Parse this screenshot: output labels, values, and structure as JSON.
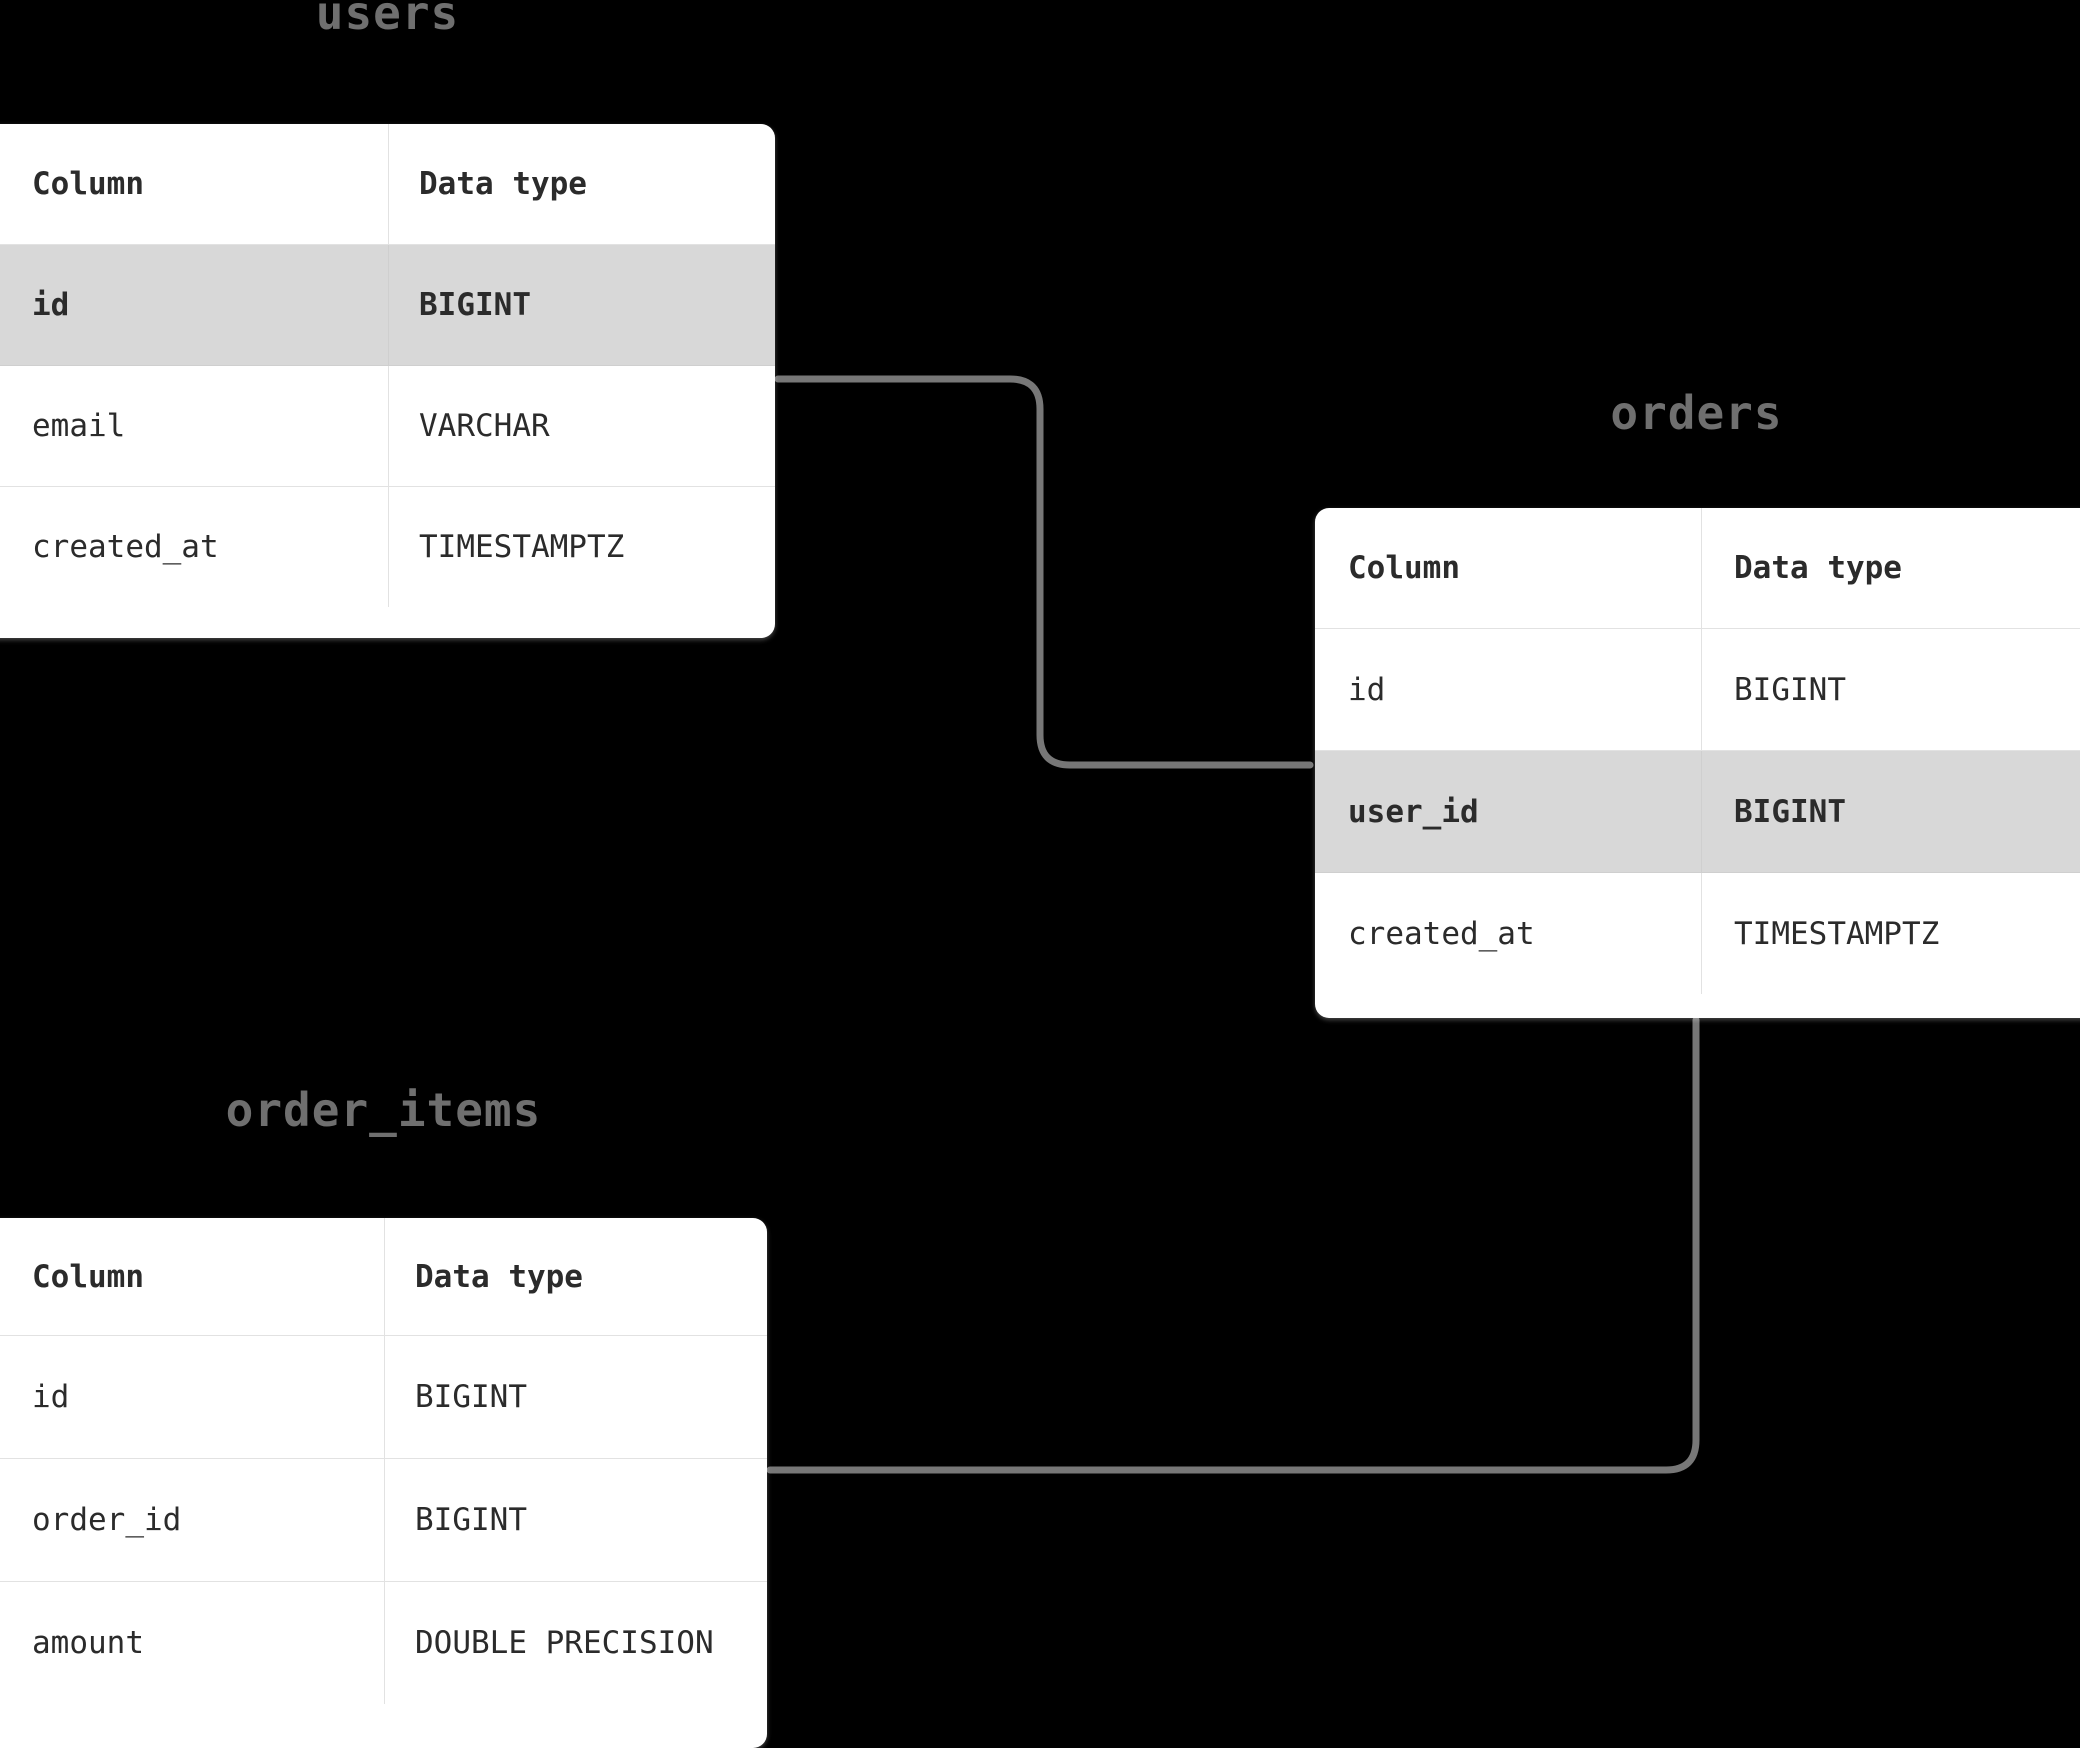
{
  "diagram": {
    "kind": "entity-relationship-diagram",
    "background_color": "#000000",
    "node_title_color": "#6f6f6f",
    "card_background_color": "#ffffff",
    "highlight_row_color": "#d8d8d8",
    "edge_color": "#777777",
    "text_color": "#2b2b2b"
  },
  "columns_header": {
    "name": "Column",
    "type": "Data type"
  },
  "tables": [
    {
      "id": "users",
      "title": "users",
      "header": {
        "name": "Column",
        "type": "Data type"
      },
      "rows": [
        {
          "name": "id",
          "type": "BIGINT",
          "highlighted": true
        },
        {
          "name": "email",
          "type": "VARCHAR",
          "highlighted": false
        },
        {
          "name": "created_at",
          "type": "TIMESTAMPTZ",
          "highlighted": false
        }
      ]
    },
    {
      "id": "orders",
      "title": "orders",
      "header": {
        "name": "Column",
        "type": "Data type"
      },
      "rows": [
        {
          "name": "id",
          "type": "BIGINT",
          "highlighted": false
        },
        {
          "name": "user_id",
          "type": "BIGINT",
          "highlighted": true
        },
        {
          "name": "created_at",
          "type": "TIMESTAMPTZ",
          "highlighted": false
        }
      ]
    },
    {
      "id": "order_items",
      "title": "order_items",
      "header": {
        "name": "Column",
        "type": "Data type"
      },
      "rows": [
        {
          "name": "id",
          "type": "BIGINT",
          "highlighted": false
        },
        {
          "name": "order_id",
          "type": "BIGINT",
          "highlighted": false
        },
        {
          "name": "amount",
          "type": "DOUBLE PRECISION",
          "highlighted": false
        }
      ]
    }
  ],
  "relationships": [
    {
      "id": "users-orders",
      "from": "users.id",
      "to": "orders.user_id"
    },
    {
      "id": "orders-order_items",
      "from": "orders.created_at",
      "to": "order_items.order_id"
    }
  ]
}
